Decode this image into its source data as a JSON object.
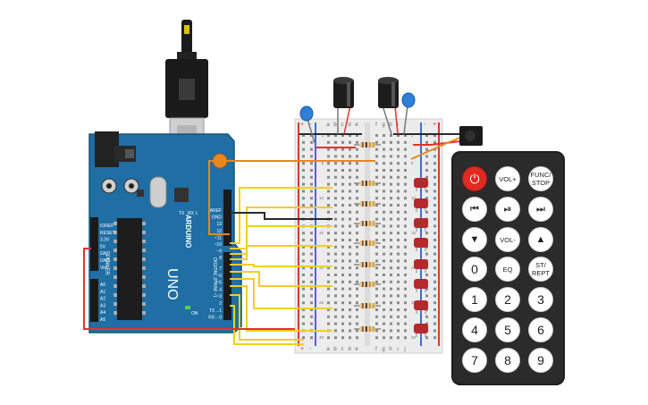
{
  "arduino": {
    "brand": "ARDUINO",
    "model": "UNO",
    "power_label": "POWER",
    "digital_label": "DIGITAL (PWM ~)",
    "tx_label": "TX",
    "rx_label": "RX",
    "l_label": "L",
    "on_label": "ON",
    "power_pins": [
      "IOREF",
      "RESET",
      "3.3V",
      "5V",
      "GND",
      "GND",
      "Vin"
    ],
    "analog_pins": [
      "A0",
      "A1",
      "A2",
      "A3",
      "A4",
      "A5"
    ],
    "top_pins": [
      "AREF",
      "GND",
      "13",
      "12",
      "~11",
      "~10",
      "~9",
      "8"
    ],
    "lower_pins": [
      "7",
      "~6",
      "~5",
      "4",
      "~3",
      "2",
      "TX→1",
      "RX←0"
    ]
  },
  "breadboard": {
    "col_letters_left": [
      "a",
      "b",
      "c",
      "d",
      "e"
    ],
    "col_letters_right": [
      "f",
      "g",
      "h",
      "i",
      "j"
    ],
    "row_numbers": [
      "1",
      "",
      "",
      "",
      "5",
      "",
      "",
      "",
      "",
      "10",
      "",
      "",
      "",
      "",
      "15",
      "",
      "",
      "",
      "",
      "20",
      "",
      "",
      "",
      "",
      "25",
      "",
      "",
      "",
      "",
      "30"
    ],
    "plus": "+",
    "minus": "-"
  },
  "remote": {
    "rows": [
      [
        {
          "label": "⏻",
          "kind": "power",
          "name": "power-button"
        },
        {
          "label": "VOL+",
          "kind": "small",
          "name": "vol-up-button"
        },
        {
          "label": "FUNC/ STOP",
          "kind": "small",
          "name": "func-stop-button"
        }
      ],
      [
        {
          "label": "⏮",
          "kind": "icon",
          "name": "prev-button"
        },
        {
          "label": "⏯",
          "kind": "icon",
          "name": "play-pause-button"
        },
        {
          "label": "⏭",
          "kind": "icon",
          "name": "next-button"
        }
      ],
      [
        {
          "label": "▼",
          "kind": "icon",
          "name": "down-button"
        },
        {
          "label": "VOL-",
          "kind": "small",
          "name": "vol-down-button"
        },
        {
          "label": "▲",
          "kind": "icon",
          "name": "up-button"
        }
      ],
      [
        {
          "label": "0",
          "kind": "num",
          "name": "digit-0-button"
        },
        {
          "label": "EQ",
          "kind": "small",
          "name": "eq-button"
        },
        {
          "label": "ST/ REPT",
          "kind": "small",
          "name": "st-rept-button"
        }
      ],
      [
        {
          "label": "1",
          "kind": "num",
          "name": "digit-1-button"
        },
        {
          "label": "2",
          "kind": "num",
          "name": "digit-2-button"
        },
        {
          "label": "3",
          "kind": "num",
          "name": "digit-3-button"
        }
      ],
      [
        {
          "label": "4",
          "kind": "num",
          "name": "digit-4-button"
        },
        {
          "label": "5",
          "kind": "num",
          "name": "digit-5-button"
        },
        {
          "label": "6",
          "kind": "num",
          "name": "digit-6-button"
        }
      ],
      [
        {
          "label": "7",
          "kind": "num",
          "name": "digit-7-button"
        },
        {
          "label": "8",
          "kind": "num",
          "name": "digit-8-button"
        },
        {
          "label": "9",
          "kind": "num",
          "name": "digit-9-button"
        }
      ]
    ]
  },
  "colors": {
    "arduino_board": "#1f6ea4",
    "wire_yellow": "#f2cf1e",
    "wire_orange": "#e8881c",
    "wire_red": "#e0342b",
    "wire_black": "#2a2a2a",
    "led_red": "#b7282a",
    "breadboard": "#ececec",
    "remote_body": "#2b2b2b",
    "power_button": "#e02a22"
  }
}
